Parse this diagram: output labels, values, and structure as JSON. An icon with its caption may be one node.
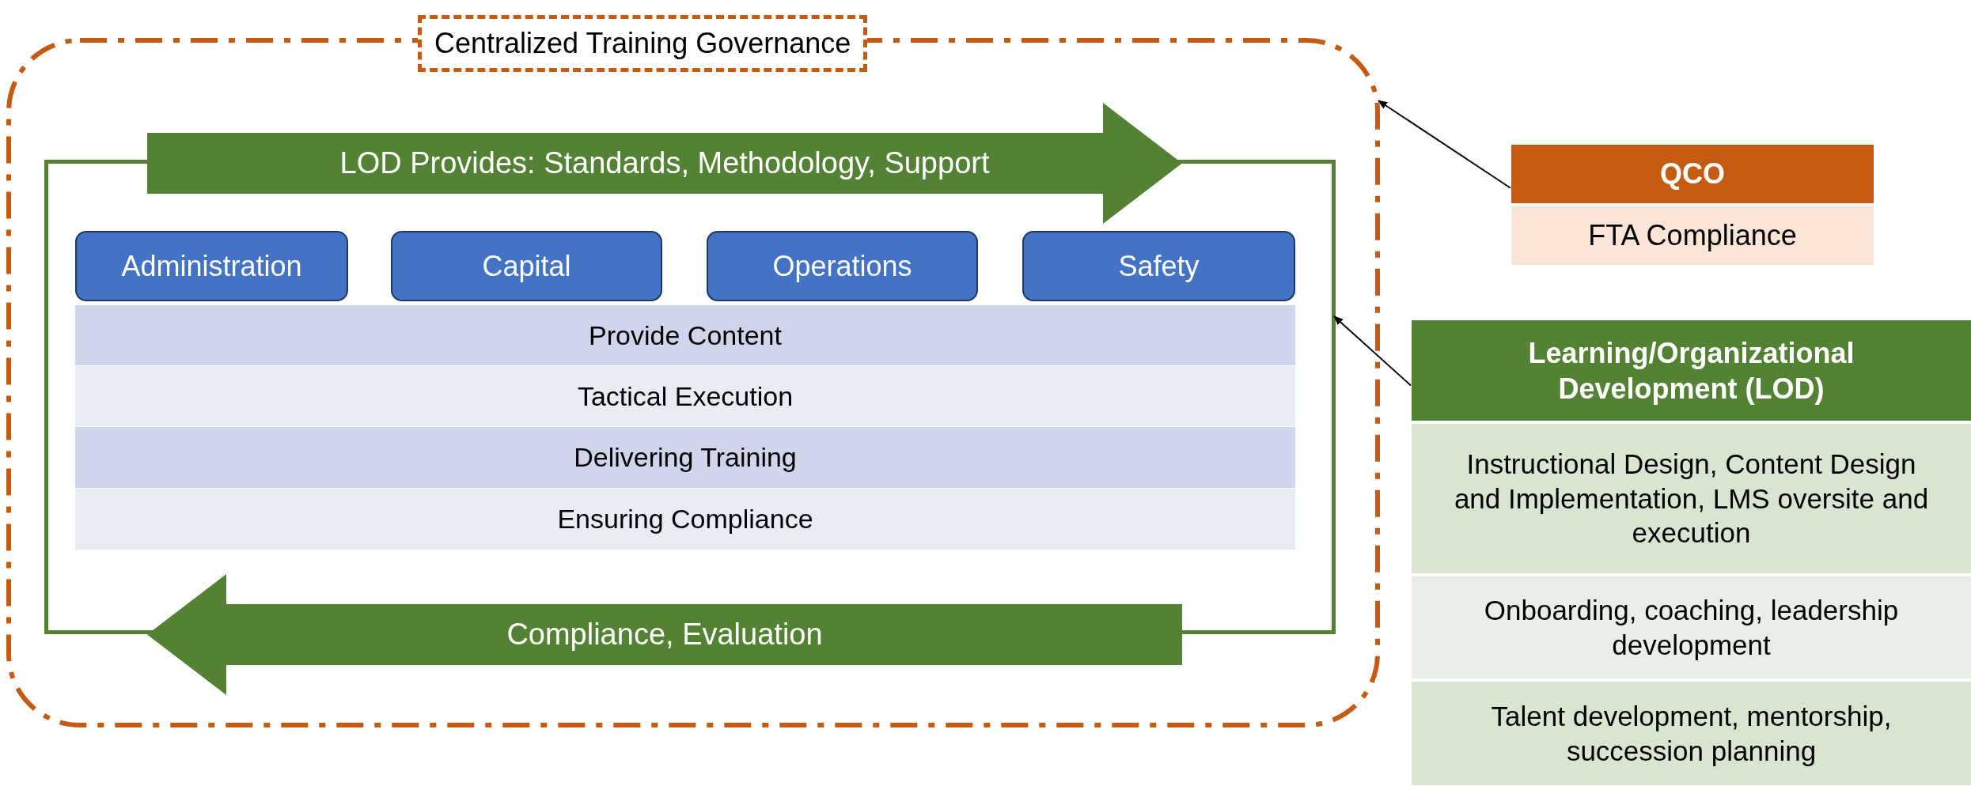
{
  "diagram": {
    "nodes": [
      {
        "text": [
          "Centralized Training Governance"
        ]
      },
      {
        "text": [],
        "shape": "box",
        "in": 0
      },
      {
        "text": [
          "LOD Provides: Standards, Methodology, Support"
        ],
        "in": 0
      },
      {
        "text": [
          "Administration"
        ],
        "in": 1
      },
      {
        "text": [
          "Capital"
        ],
        "in": 1
      },
      {
        "text": [
          "Operations"
        ],
        "in": 1
      },
      {
        "text": [
          "Safety"
        ],
        "in": 1
      },
      {
        "text": [
          "Provide Content"
        ],
        "in": 1
      },
      {
        "text": [
          "Tactical Execution"
        ],
        "in": 1
      },
      {
        "text": [
          "Delivering Training"
        ],
        "in": 1
      },
      {
        "text": [
          "Ensuring Compliance"
        ],
        "in": 1
      },
      {
        "text": [
          "Compliance, Evaluation"
        ],
        "in": 0
      },
      {
        "text": [
          "QCO",
          "FTA Compliance"
        ]
      },
      {
        "text": [
          "Learning/Organizational Development (LOD)",
          "Instructional Design, Content Design and Implementation, LMS oversite and execution",
          "Onboarding, coaching, leadership development",
          "Talent development, mentorship, succession planning"
        ]
      }
    ],
    "edges": [
      {
        "from": 12,
        "to": 0,
        "arrow": "to"
      },
      {
        "from": 13,
        "to": 1,
        "arrow": "to"
      }
    ]
  }
}
